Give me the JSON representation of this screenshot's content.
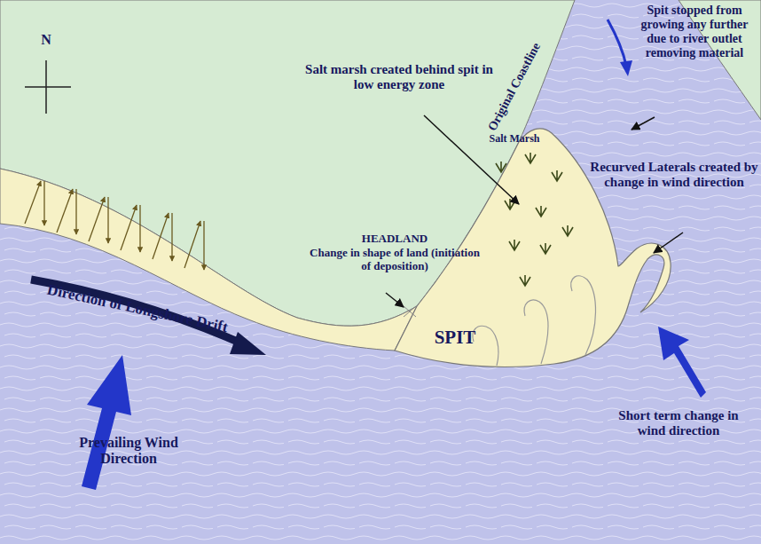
{
  "diagram": {
    "labels": [
      "N",
      "Salt marsh created behind spit in low energy zone",
      "Original Coastline",
      "Salt Marsh",
      "Spit stopped from growing any further due to river outlet removing material",
      "Recurved Laterals created by change in wind direction",
      "HEADLAND",
      "Change in shape of land (initiation of deposition)",
      "SPIT",
      "Direction of Longshore Drift",
      "Prevailing Wind Direction",
      "Short term change in wind direction"
    ]
  }
}
